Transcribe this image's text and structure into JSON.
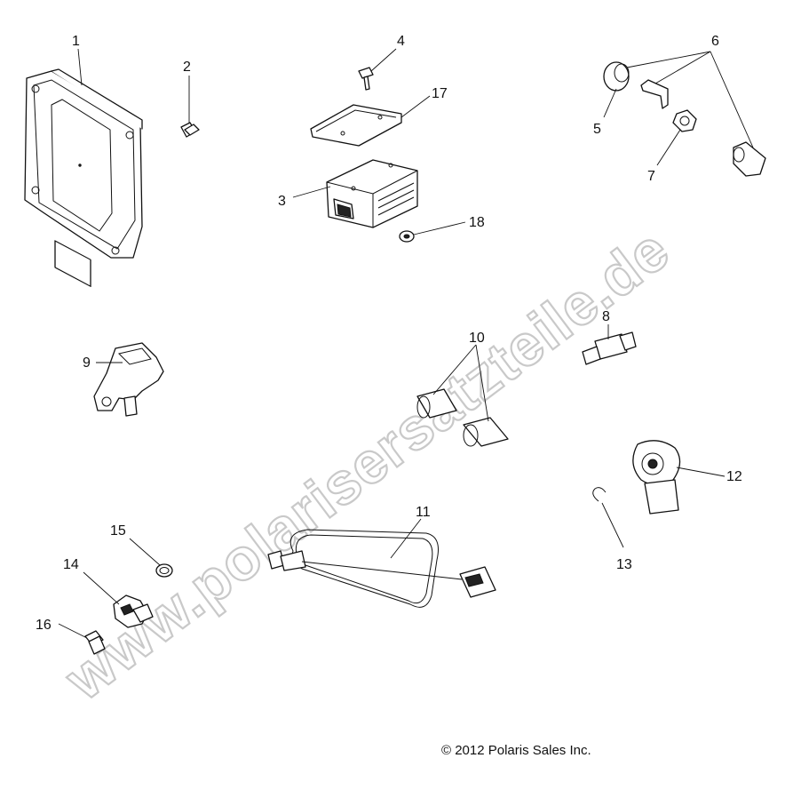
{
  "watermark": "www.polarisersatzteile.de",
  "copyright": "© 2012 Polaris Sales Inc.",
  "callouts": {
    "c1": "1",
    "c2": "2",
    "c3": "3",
    "c4": "4",
    "c5": "5",
    "c6": "6",
    "c7": "7",
    "c8": "8",
    "c9": "9",
    "c10": "10",
    "c11": "11",
    "c12": "12",
    "c13": "13",
    "c14": "14",
    "c15": "15",
    "c16": "16",
    "c17": "17",
    "c18": "18"
  }
}
